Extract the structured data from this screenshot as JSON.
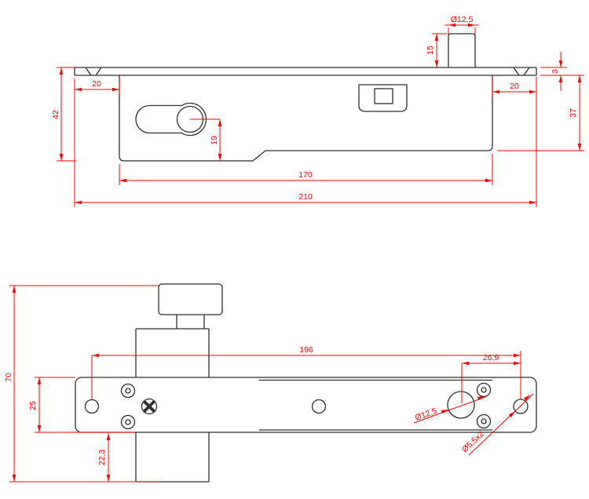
{
  "colors": {
    "dimension": "#ff0000",
    "outline": "#2e2e2e",
    "background": "#ffffff"
  },
  "top_view": {
    "dims": {
      "backset_left": "20",
      "total_height": "42",
      "cylinder_to_bottom": "19",
      "spindle_dia": "Ø12,5",
      "spindle_height": "15",
      "backset_right": "20",
      "faceplate_thickness": "3",
      "case_depth": "37",
      "case_length": "170",
      "faceplate_length": "210"
    }
  },
  "bottom_view": {
    "dims": {
      "total_depth": "70",
      "faceplate_width": "25",
      "case_below": "22,3",
      "hole_spacing": "196",
      "end_hole_offset": "26,9",
      "cylinder_hole_dia": "Ø12,5",
      "fixing_holes": "Ø5,5x2"
    }
  }
}
